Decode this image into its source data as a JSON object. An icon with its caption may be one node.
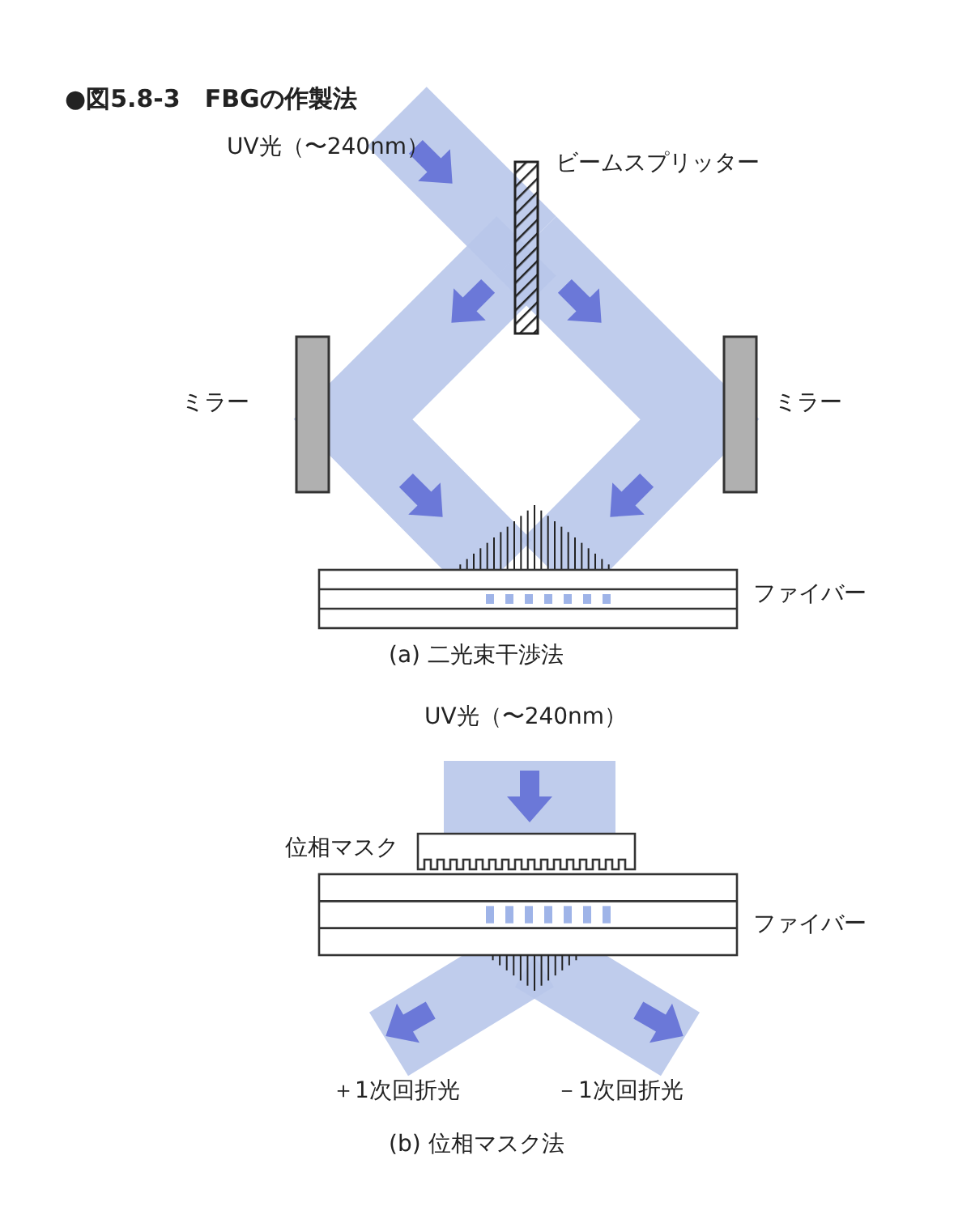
{
  "diagram": {
    "title": "●図5.8-3　FBGの作製法",
    "labels": [
      "UV光（〜240nm）",
      "ビームスプリッター",
      "ミラー",
      "ミラー",
      "ファイバー",
      "(a) 二光束干渉法",
      "UV光（〜240nm）",
      "位相マスク",
      "ファイバー",
      "＋1次回折光",
      "－1次回折光",
      "(b) 位相マスク法"
    ]
  }
}
